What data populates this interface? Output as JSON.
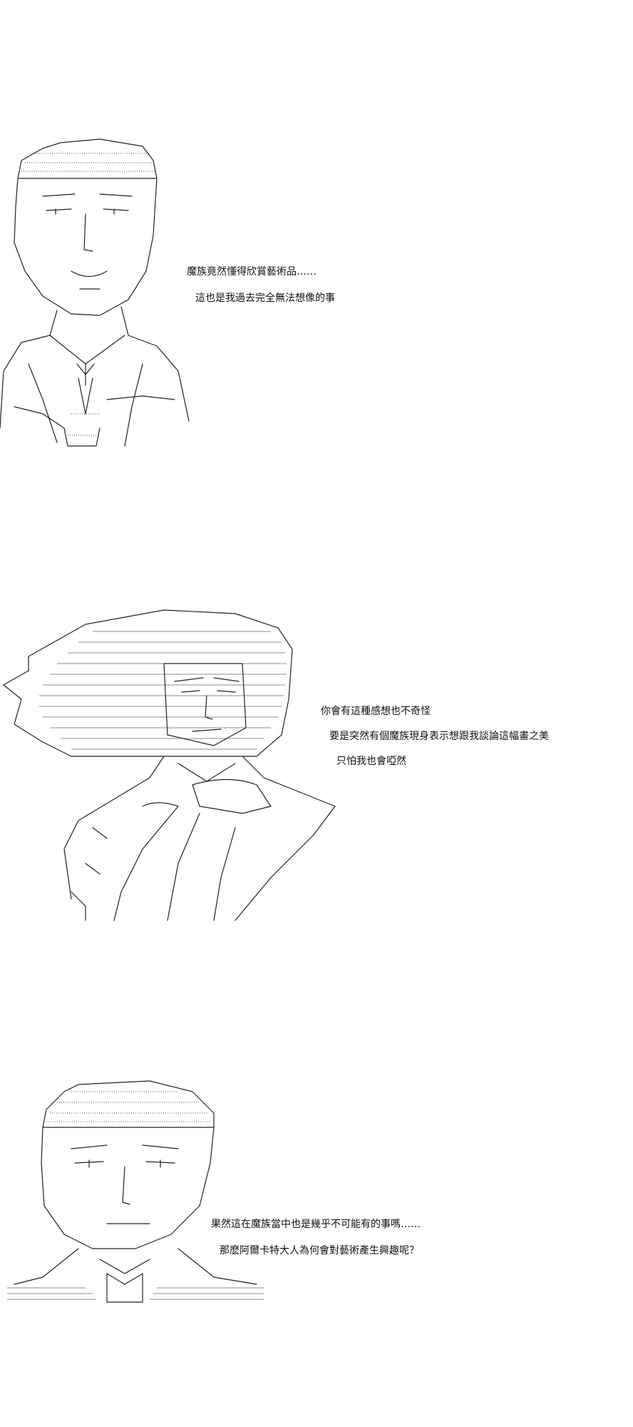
{
  "panels": [
    {
      "lines": [
        "魔族竟然懂得欣賞藝術品……",
        "這也是我過去完全無法想像的事"
      ]
    },
    {
      "lines": [
        "你會有這種感想也不奇怪",
        "要是突然有個魔族現身表示想跟我談論這幅畫之美",
        "只怕我也會啞然"
      ]
    },
    {
      "lines": [
        "果然這在魔族當中也是幾乎不可能有的事嗎……",
        "那麽阿爾卡特大人為何會對藝術產生興趣呢？"
      ]
    }
  ]
}
